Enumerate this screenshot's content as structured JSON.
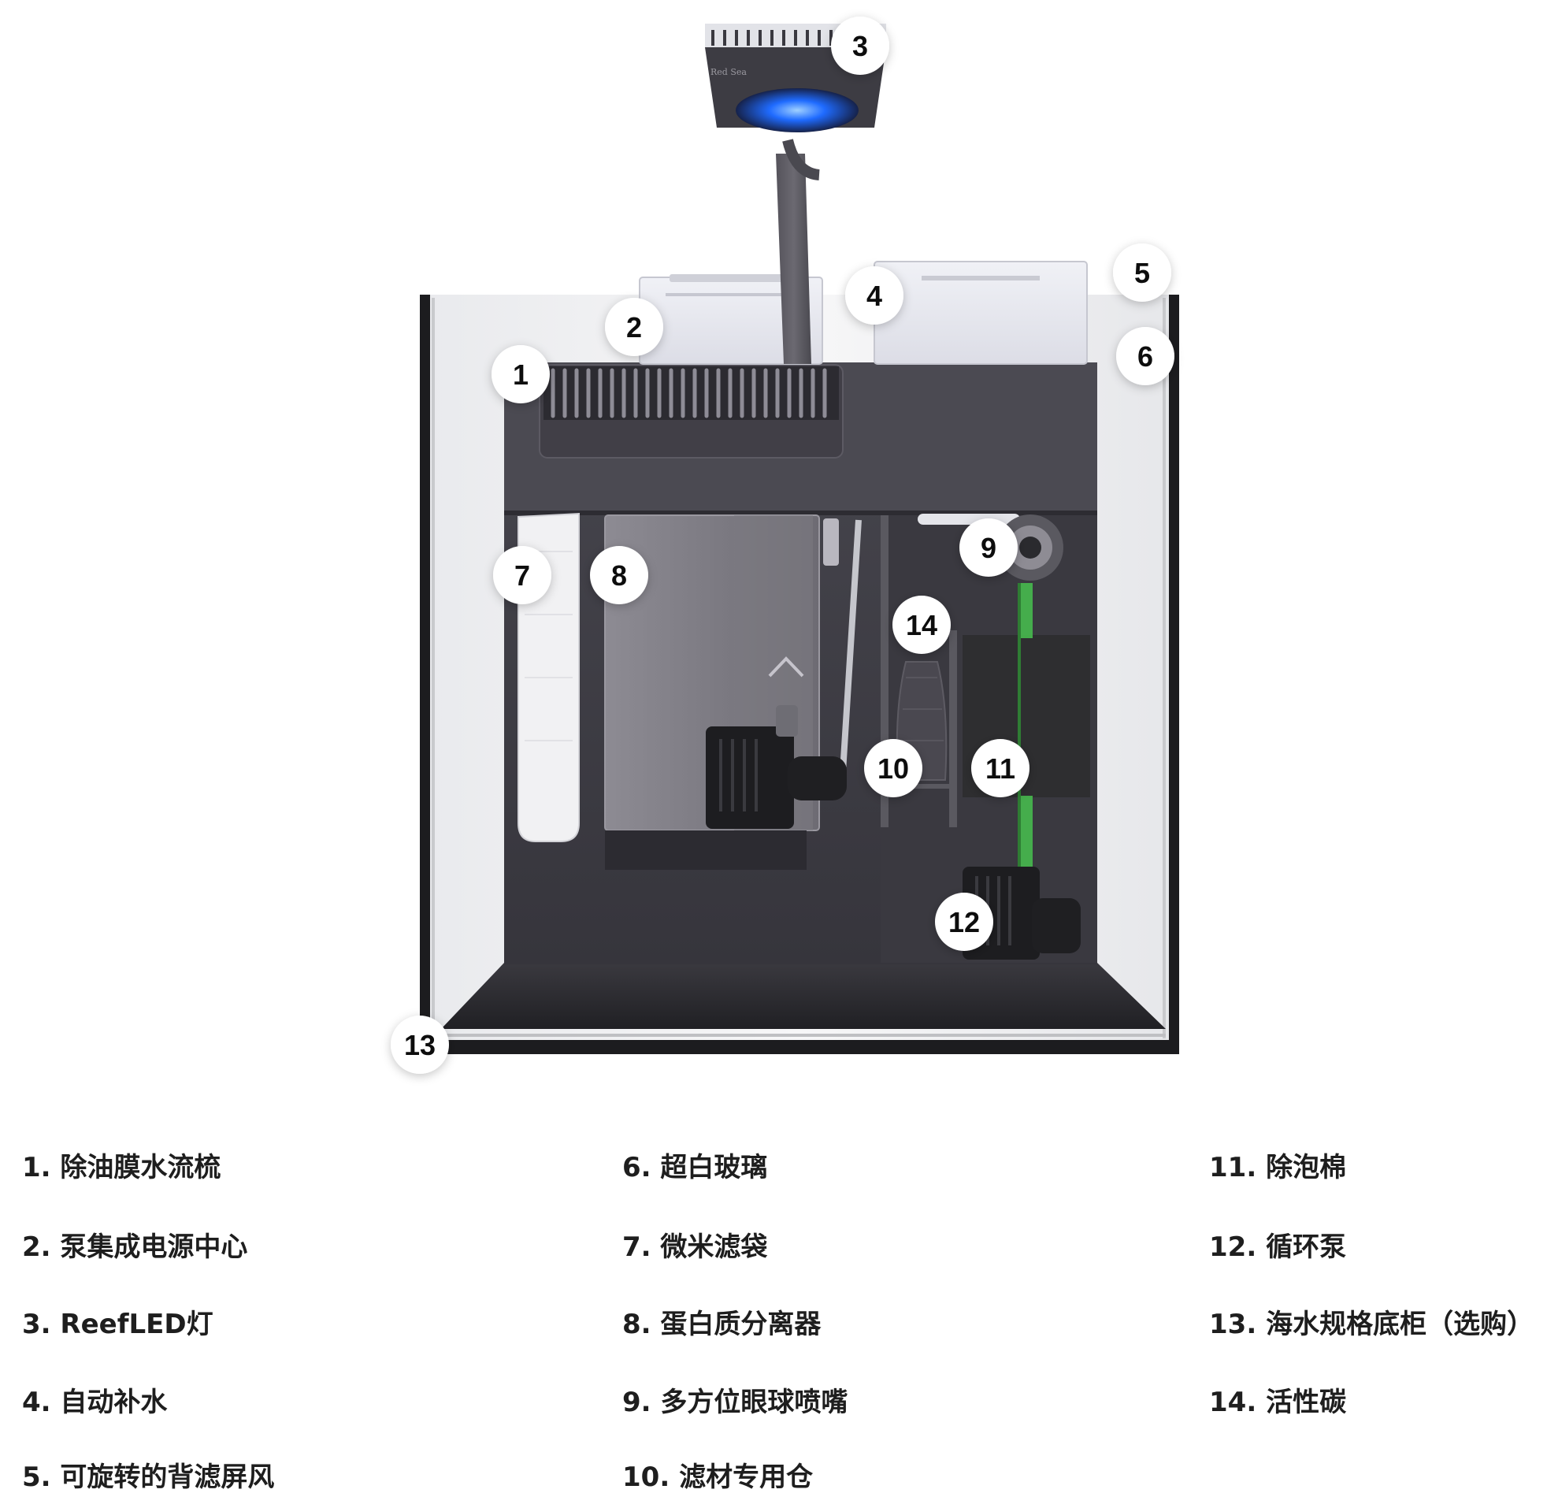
{
  "markers": [
    "1",
    "2",
    "3",
    "4",
    "5",
    "6",
    "7",
    "8",
    "9",
    "10",
    "11",
    "12",
    "13",
    "14"
  ],
  "lamp_brand": "Red Sea",
  "legend": [
    "1. 除油膜水流梳",
    "2. 泵集成电源中心",
    "3. ReefLED灯",
    "4. 自动补水",
    "5. 可旋转的背滤屏风",
    "6. 超白玻璃",
    "7. 微米滤袋",
    "8. 蛋白质分离器",
    "9. 多方位眼球喷嘴",
    "10. 滤材专用仓",
    "11. 除泡棉",
    "12. 循环泵",
    "13. 海水规格底柜（选购）",
    "14. 活性碳"
  ],
  "colors": {
    "cabinet": "#3c3b42",
    "cabinet_dark": "#2b2a30",
    "frame": "#1c1c1f",
    "led_blue": "#1f6bff",
    "sponge": "#2e2e30",
    "tube_green": "#48c24f"
  }
}
